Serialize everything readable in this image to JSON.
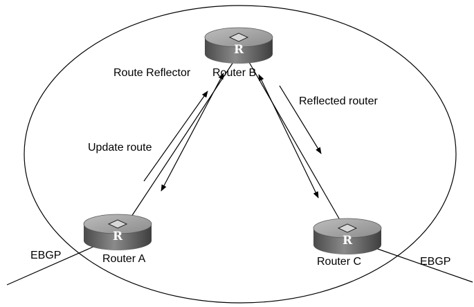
{
  "diagram": {
    "routers": {
      "b": {
        "label": "Router B"
      },
      "a": {
        "label": "Router A"
      },
      "c": {
        "label": "Router C"
      }
    },
    "labels": {
      "route_reflector": "Route Reflector",
      "reflected_router": "Reflected router",
      "update_route": "Update route",
      "ebgp_left": "EBGP",
      "ebgp_right": "EBGP"
    },
    "icons": {
      "router_glyph": "R",
      "router_icon": "router-icon"
    }
  }
}
